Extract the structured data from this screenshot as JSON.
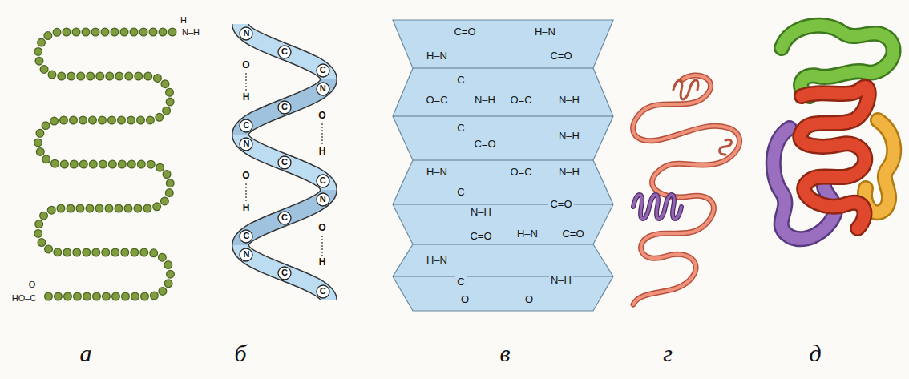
{
  "diagram": {
    "nodes": [
      {
        "text": [
          "N"
        ]
      },
      {
        "text": [
          "C"
        ]
      },
      {
        "text": [
          "C"
        ]
      },
      {
        "text": [
          "N"
        ]
      },
      {
        "text": [
          "C"
        ]
      },
      {
        "text": [
          "C"
        ]
      },
      {
        "text": [
          "N"
        ]
      },
      {
        "text": [
          "C"
        ]
      },
      {
        "text": [
          "C"
        ]
      },
      {
        "text": [
          "N"
        ]
      },
      {
        "text": [
          "C"
        ]
      },
      {
        "text": [
          "C"
        ]
      },
      {
        "text": [
          "N"
        ]
      },
      {
        "text": [
          "C"
        ]
      },
      {
        "text": [
          "C"
        ]
      }
    ],
    "labels": [
      "H",
      "N–H",
      "O",
      "HO–C",
      "O",
      "H",
      "O",
      "H",
      "O",
      "H",
      "O",
      "H",
      "C=O",
      "H–N",
      "H–N",
      "C=O",
      "C",
      "O=C",
      "N–H",
      "O=C",
      "N–H",
      "C",
      "C=O",
      "N–H",
      "H–N",
      "O=C",
      "N–H",
      "C",
      "N–H",
      "C=O",
      "C=O",
      "H–N",
      "C=O",
      "H–N",
      "C",
      "N–H",
      "O",
      "O",
      "а",
      "б",
      "в",
      "г",
      "д"
    ]
  }
}
